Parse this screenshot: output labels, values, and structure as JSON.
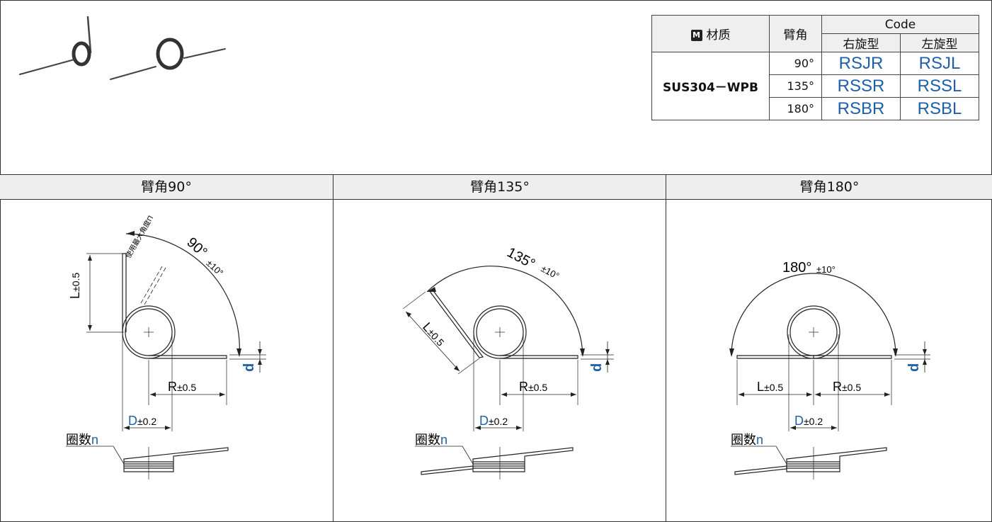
{
  "table": {
    "material_icon": "M",
    "material_header": "材质",
    "arm_angle_header": "臂角",
    "code_header": "Code",
    "right_hand": "右旋型",
    "left_hand": "左旋型",
    "material": "SUS304－WPB",
    "rows": [
      {
        "angle": "90°",
        "right": "RSJR",
        "left": "RSJL"
      },
      {
        "angle": "135°",
        "right": "RSSR",
        "left": "RSSL"
      },
      {
        "angle": "180°",
        "right": "RSBR",
        "left": "RSBL"
      }
    ]
  },
  "panels": [
    {
      "title": "臂角90°",
      "angle_label": "90°",
      "tol": "±10°",
      "note": "使用最大角度Π"
    },
    {
      "title": "臂角135°",
      "angle_label": "135°",
      "tol": "±10°"
    },
    {
      "title": "臂角180°",
      "angle_label": "180°",
      "tol": "±10°"
    }
  ],
  "dims": {
    "L": "L",
    "L_tol": "±0.5",
    "R": "R",
    "R_tol": "±0.5",
    "D": "D",
    "D_tol": "±0.2",
    "d": "d",
    "turns": "圈数",
    "turns_var": "n"
  },
  "colors": {
    "accent": "#1f5fa8",
    "header_bg": "#eeeeee"
  }
}
